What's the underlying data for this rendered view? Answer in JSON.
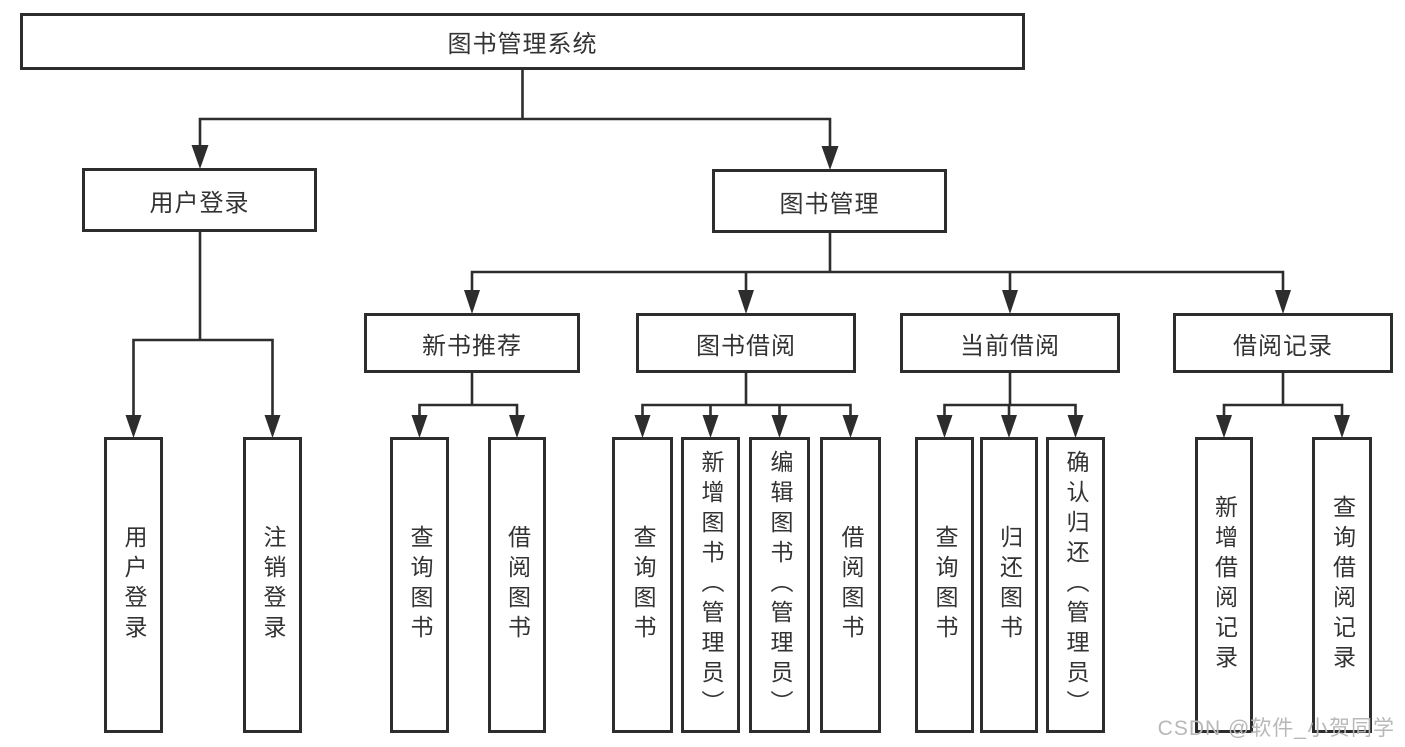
{
  "watermark": "CSDN @软件_小贺同学",
  "colors": {
    "line": "#2d2d2d",
    "box_border": "#2d2d2d",
    "text": "#333333",
    "watermark": "#b8b8b8",
    "background": "#ffffff"
  },
  "tree": {
    "label": "图书管理系统",
    "children": [
      {
        "label": "用户登录",
        "children": [
          {
            "label": "用户登录"
          },
          {
            "label": "注销登录"
          }
        ]
      },
      {
        "label": "图书管理",
        "children": [
          {
            "label": "新书推荐",
            "children": [
              {
                "label": "查询图书"
              },
              {
                "label": "借阅图书"
              }
            ]
          },
          {
            "label": "图书借阅",
            "children": [
              {
                "label": "查询图书"
              },
              {
                "label": "新增图书（管理员）"
              },
              {
                "label": "编辑图书（管理员）"
              },
              {
                "label": "借阅图书"
              }
            ]
          },
          {
            "label": "当前借阅",
            "children": [
              {
                "label": "查询图书"
              },
              {
                "label": "归还图书"
              },
              {
                "label": "确认归还（管理员）"
              }
            ]
          },
          {
            "label": "借阅记录",
            "children": [
              {
                "label": "新增借阅记录"
              },
              {
                "label": "查询借阅记录"
              }
            ]
          }
        ]
      }
    ]
  }
}
